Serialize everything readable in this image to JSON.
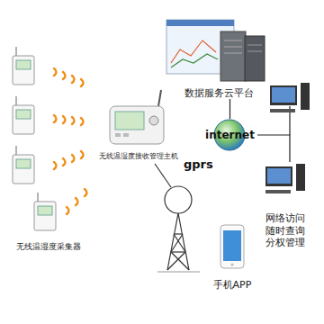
{
  "diagram": {
    "nodes": [
      {
        "text": [
          "无线温湿度采集器"
        ]
      },
      {
        "text": [
          "无线温湿度接收管理主机"
        ]
      },
      {
        "text": [
          "数据服务云平台"
        ]
      },
      {
        "text": [
          "internet"
        ]
      },
      {
        "text": [
          "网络访问 随时查询 分权管理"
        ]
      },
      {
        "text": [
          "手机APP"
        ]
      }
    ],
    "edges": [
      {
        "from": 3,
        "to": 2,
        "arrow": "none"
      },
      {
        "from": 3,
        "to": 4,
        "arrow": "none"
      }
    ],
    "labels": [
      "gprs"
    ]
  }
}
